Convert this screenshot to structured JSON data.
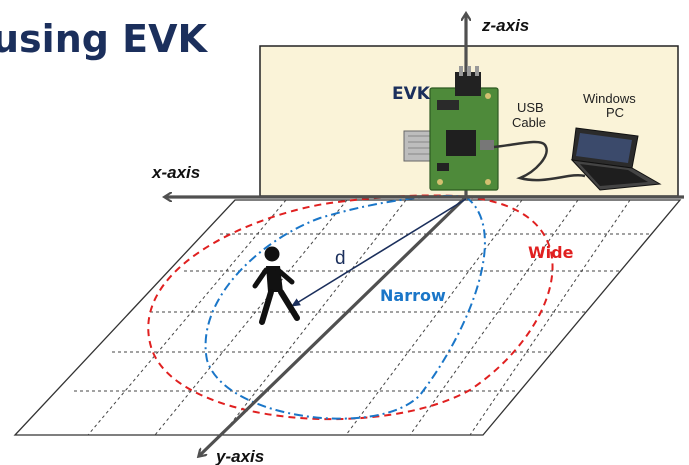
{
  "title": "using EVK",
  "axes": {
    "z": "z-axis",
    "x": "x-axis",
    "y": "y-axis"
  },
  "device": {
    "label": "EVK",
    "cable_line1": "USB",
    "cable_line2": "Cable",
    "pc_line1": "Windows",
    "pc_line2": "PC"
  },
  "ranges": {
    "wide": "Wide",
    "narrow": "Narrow"
  },
  "distance_label": "d",
  "colors": {
    "title": "#1b2f5c",
    "box_fill": "#faf3d8",
    "wide": "#e02020",
    "narrow": "#1a76c8",
    "distance_arrow": "#1b2f5c",
    "axis": "#505050"
  },
  "icons": [
    "evk-board-icon",
    "usb-cable-icon",
    "laptop-icon",
    "walking-person-icon"
  ]
}
